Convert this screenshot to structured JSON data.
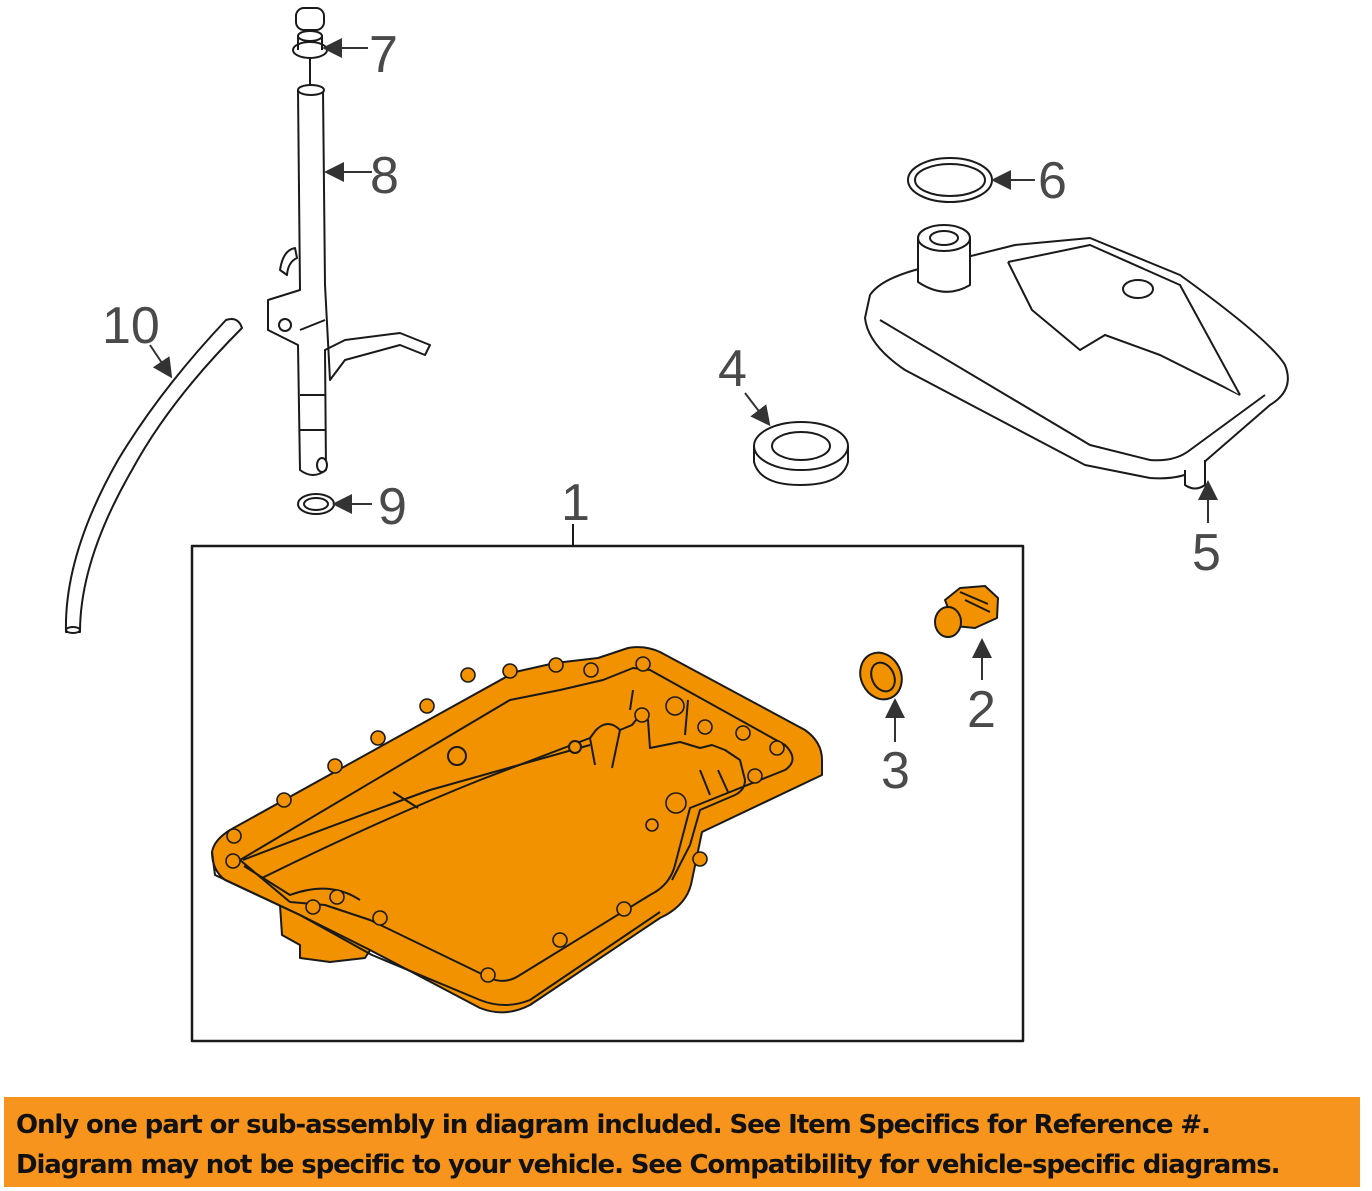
{
  "diagram": {
    "callouts": [
      "1",
      "2",
      "3",
      "4",
      "5",
      "6",
      "7",
      "8",
      "9",
      "10"
    ],
    "highlight_color": "#f39200",
    "line_color": "#1a1a1a",
    "label_color": "#4a4a4a"
  },
  "banner": {
    "line1": "Only one part or sub-assembly in diagram included. See Item Specifics for Reference #.",
    "line2": "Diagram may not be specific to your vehicle. See Compatibility for vehicle-specific diagrams.",
    "color": "#f7941d"
  }
}
